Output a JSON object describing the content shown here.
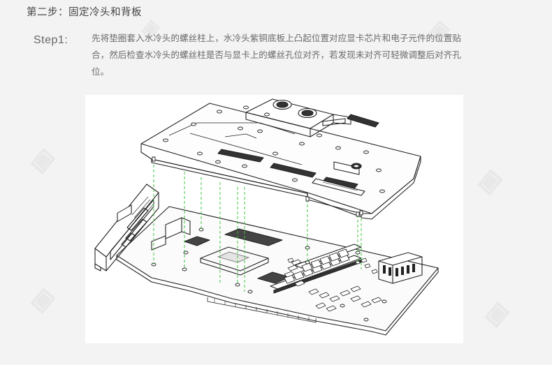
{
  "section": {
    "title": "第二步：固定冷头和背板"
  },
  "step": {
    "label": "Step1:",
    "text": "先将垫圈套入水冷头的螺丝柱上，水冷头紫铜底板上凸起位置对应显卡芯片和电子元件的位置贴合，然后检查水冷头的螺丝柱是否与显卡上的螺丝孔位对齐，若发现未对齐可轻微调整后对齐孔位。"
  },
  "colors": {
    "guide_line": "#3cc43c",
    "line_art": "#222222",
    "page_background": "#f3f3f3",
    "panel_background": "#ffffff"
  },
  "illustration": {
    "description_icon": "gpu-waterblock-exploded-diagram"
  }
}
